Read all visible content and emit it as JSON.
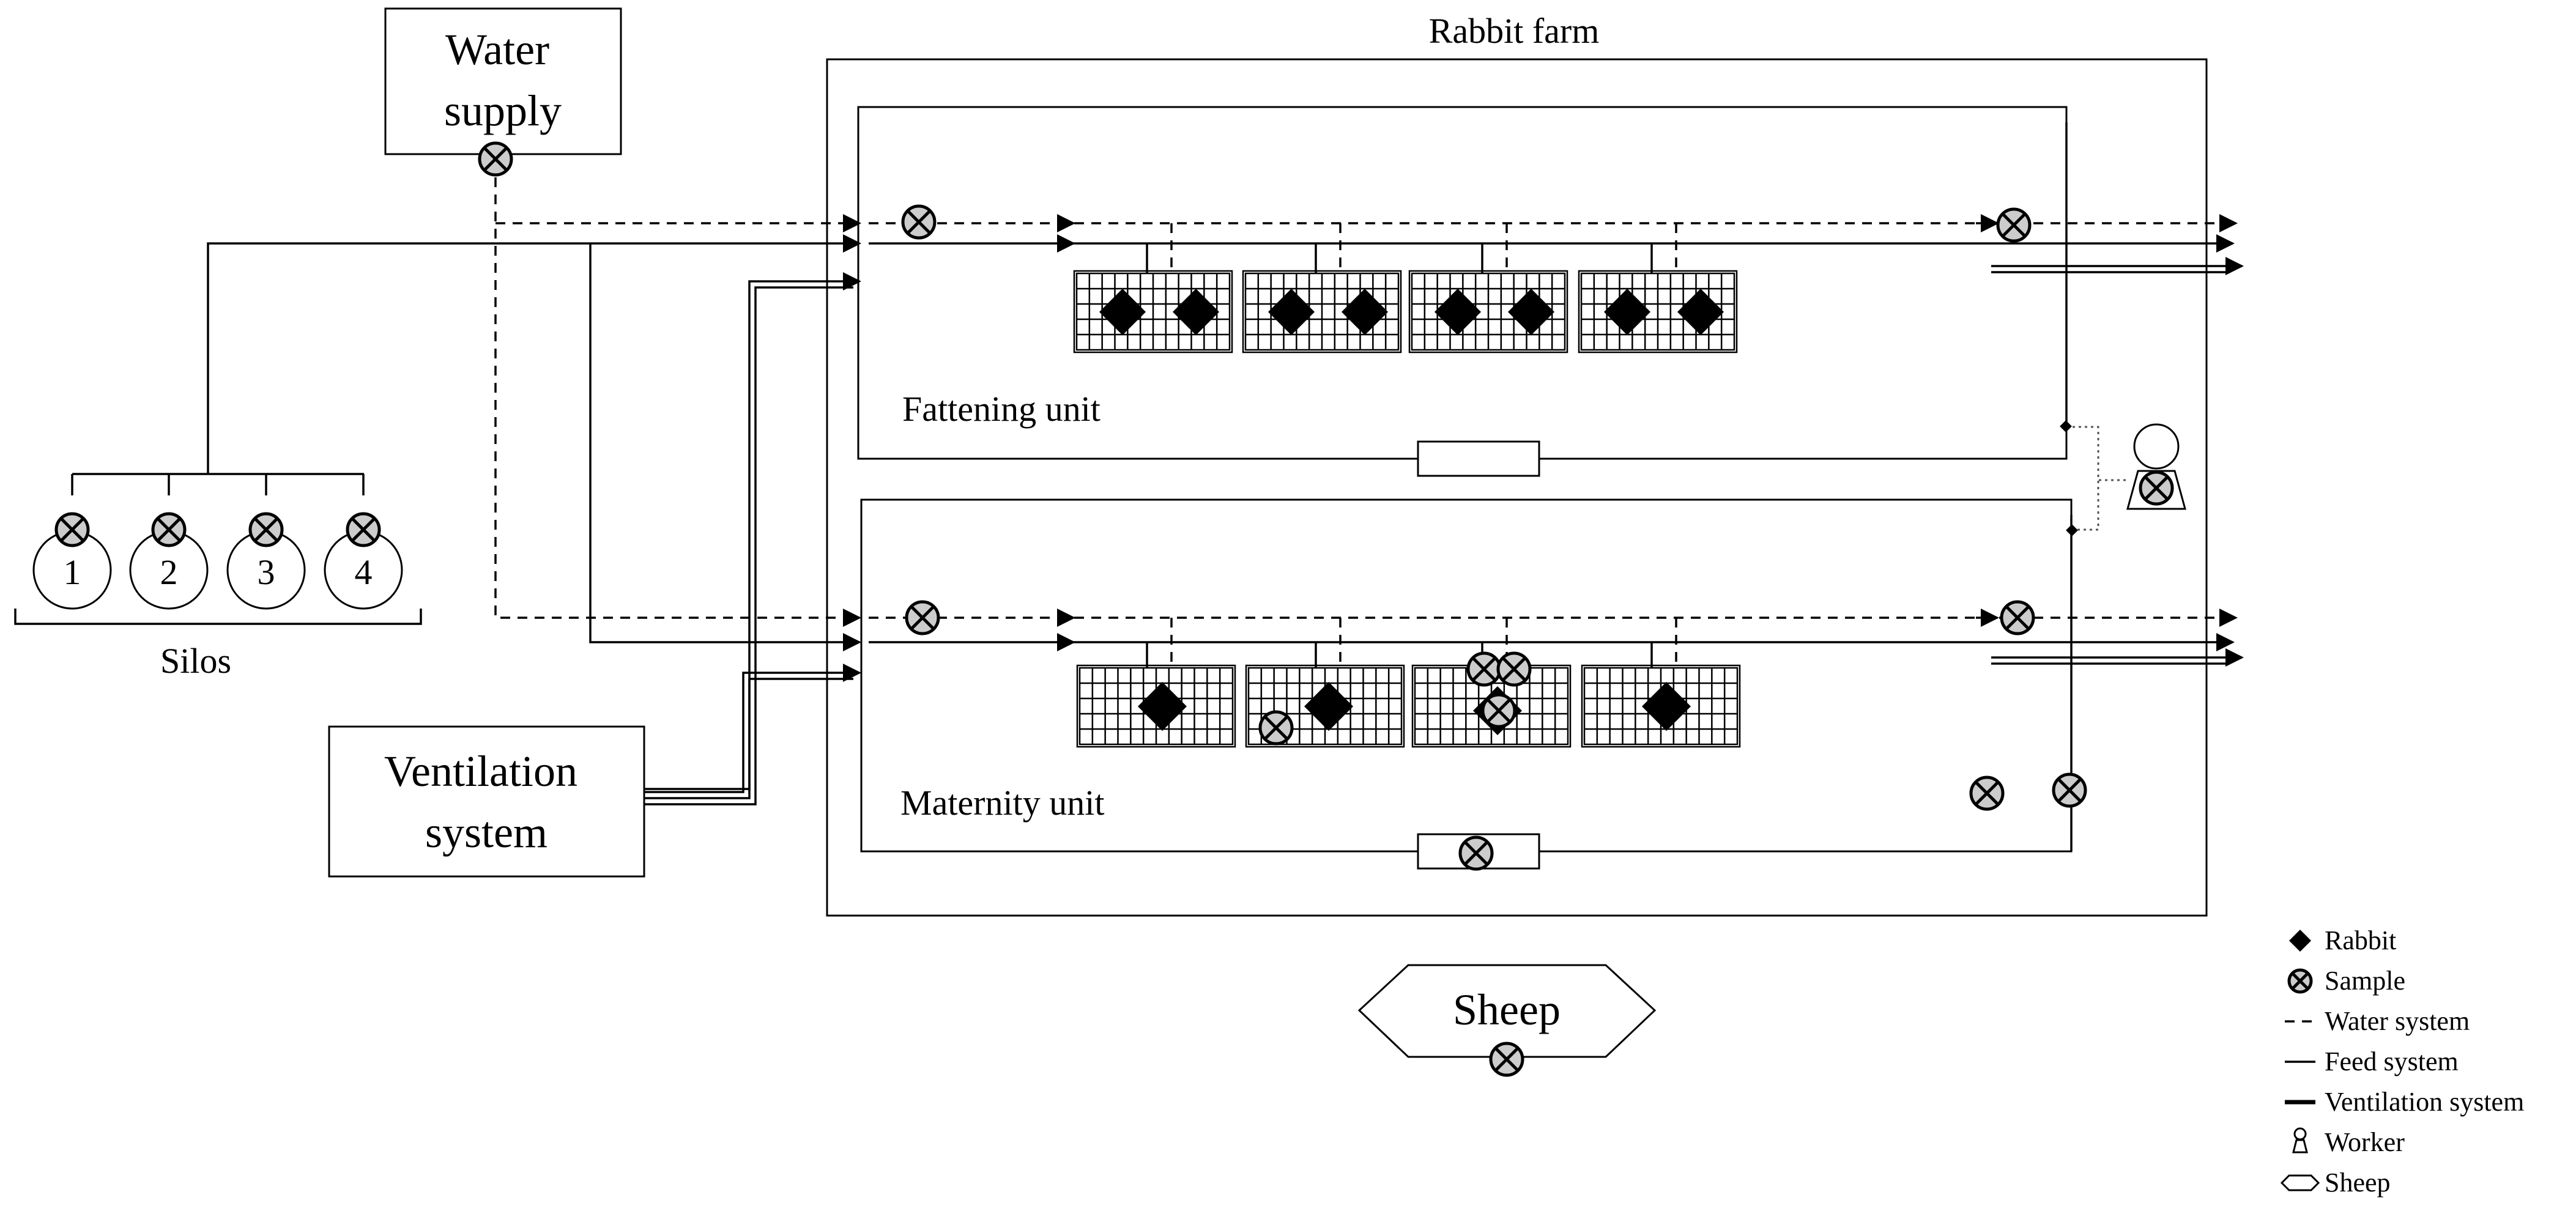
{
  "title": "Rabbit farm",
  "water_supply": "Water\nsupply",
  "ventilation_system": "Ventilation\nsystem",
  "silos_label": "Silos",
  "silo_numbers": [
    "1",
    "2",
    "3",
    "4"
  ],
  "fattening_unit": "Fattening unit",
  "maternity_unit": "Maternity unit",
  "sheep": "Sheep",
  "legend": [
    {
      "icon": "rabbit-diamond-icon",
      "label": "Rabbit"
    },
    {
      "icon": "sample-icon",
      "label": "Sample"
    },
    {
      "icon": "dashed-line-icon",
      "label": "Water system"
    },
    {
      "icon": "thin-line-icon",
      "label": "Feed system"
    },
    {
      "icon": "thick-line-icon",
      "label": "Ventilation system"
    },
    {
      "icon": "worker-icon",
      "label": "Worker"
    },
    {
      "icon": "hexagon-icon",
      "label": "Sheep"
    }
  ]
}
